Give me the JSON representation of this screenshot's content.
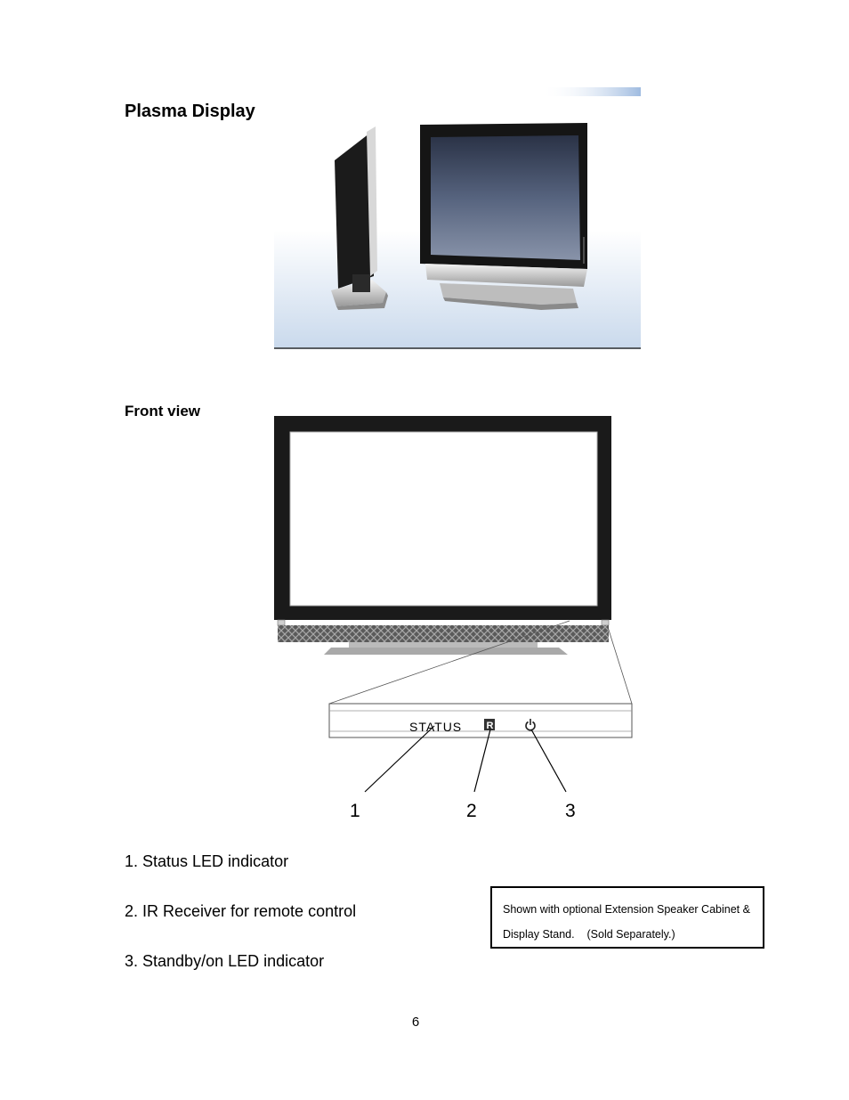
{
  "page": {
    "title": "Plasma Display",
    "front_view_heading": "Front view",
    "page_number": "6"
  },
  "front_panel": {
    "status_label": "STATUS",
    "ir_label": "R",
    "callouts": [
      "1",
      "2",
      "3"
    ]
  },
  "legend": [
    "1. Status LED indicator",
    "2. IR Receiver for remote control",
    "3. Standby/on LED indicator"
  ],
  "note": {
    "line1": "Shown with optional Extension Speaker Cabinet &",
    "line2": "Display Stand.    (Sold Separately.)"
  }
}
